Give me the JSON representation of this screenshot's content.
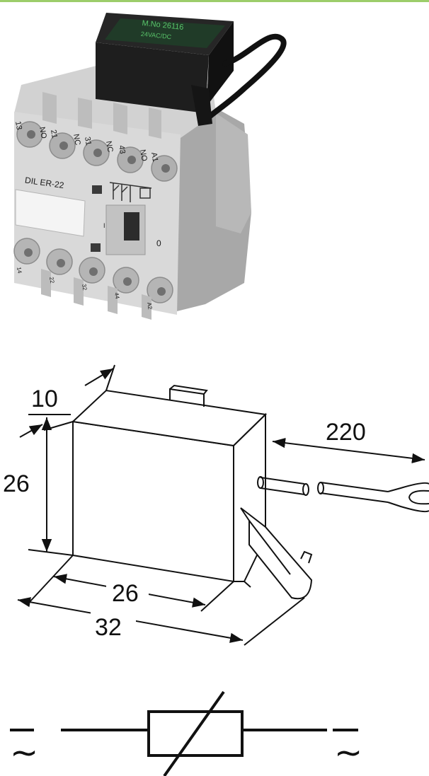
{
  "colors": {
    "top_bar": "#9ccd6a",
    "module_label_text": "#59c46a",
    "housing": "#c9c9c9",
    "housing_shadow": "#a9a9a9",
    "module": "#1f1f1f",
    "line": "#111111"
  },
  "photo": {
    "module_label_line1": "M.No 26116",
    "module_label_line2": "24VAC/DC",
    "model_label": "DIL ER-22",
    "top_terminals": [
      "13",
      "NO",
      "21",
      "NC",
      "31",
      "NC",
      "43",
      "NO",
      "A1"
    ],
    "bottom_terminals": [
      "14",
      "22",
      "32",
      "44",
      "A2"
    ],
    "switch_label": "0",
    "switch_label_top": "I"
  },
  "dimensions": {
    "depth": "10",
    "height": "26",
    "width_inner": "26",
    "width_total": "32",
    "cable_length": "220"
  },
  "symbol": {
    "left_terminal": "~",
    "right_terminal": "~"
  }
}
